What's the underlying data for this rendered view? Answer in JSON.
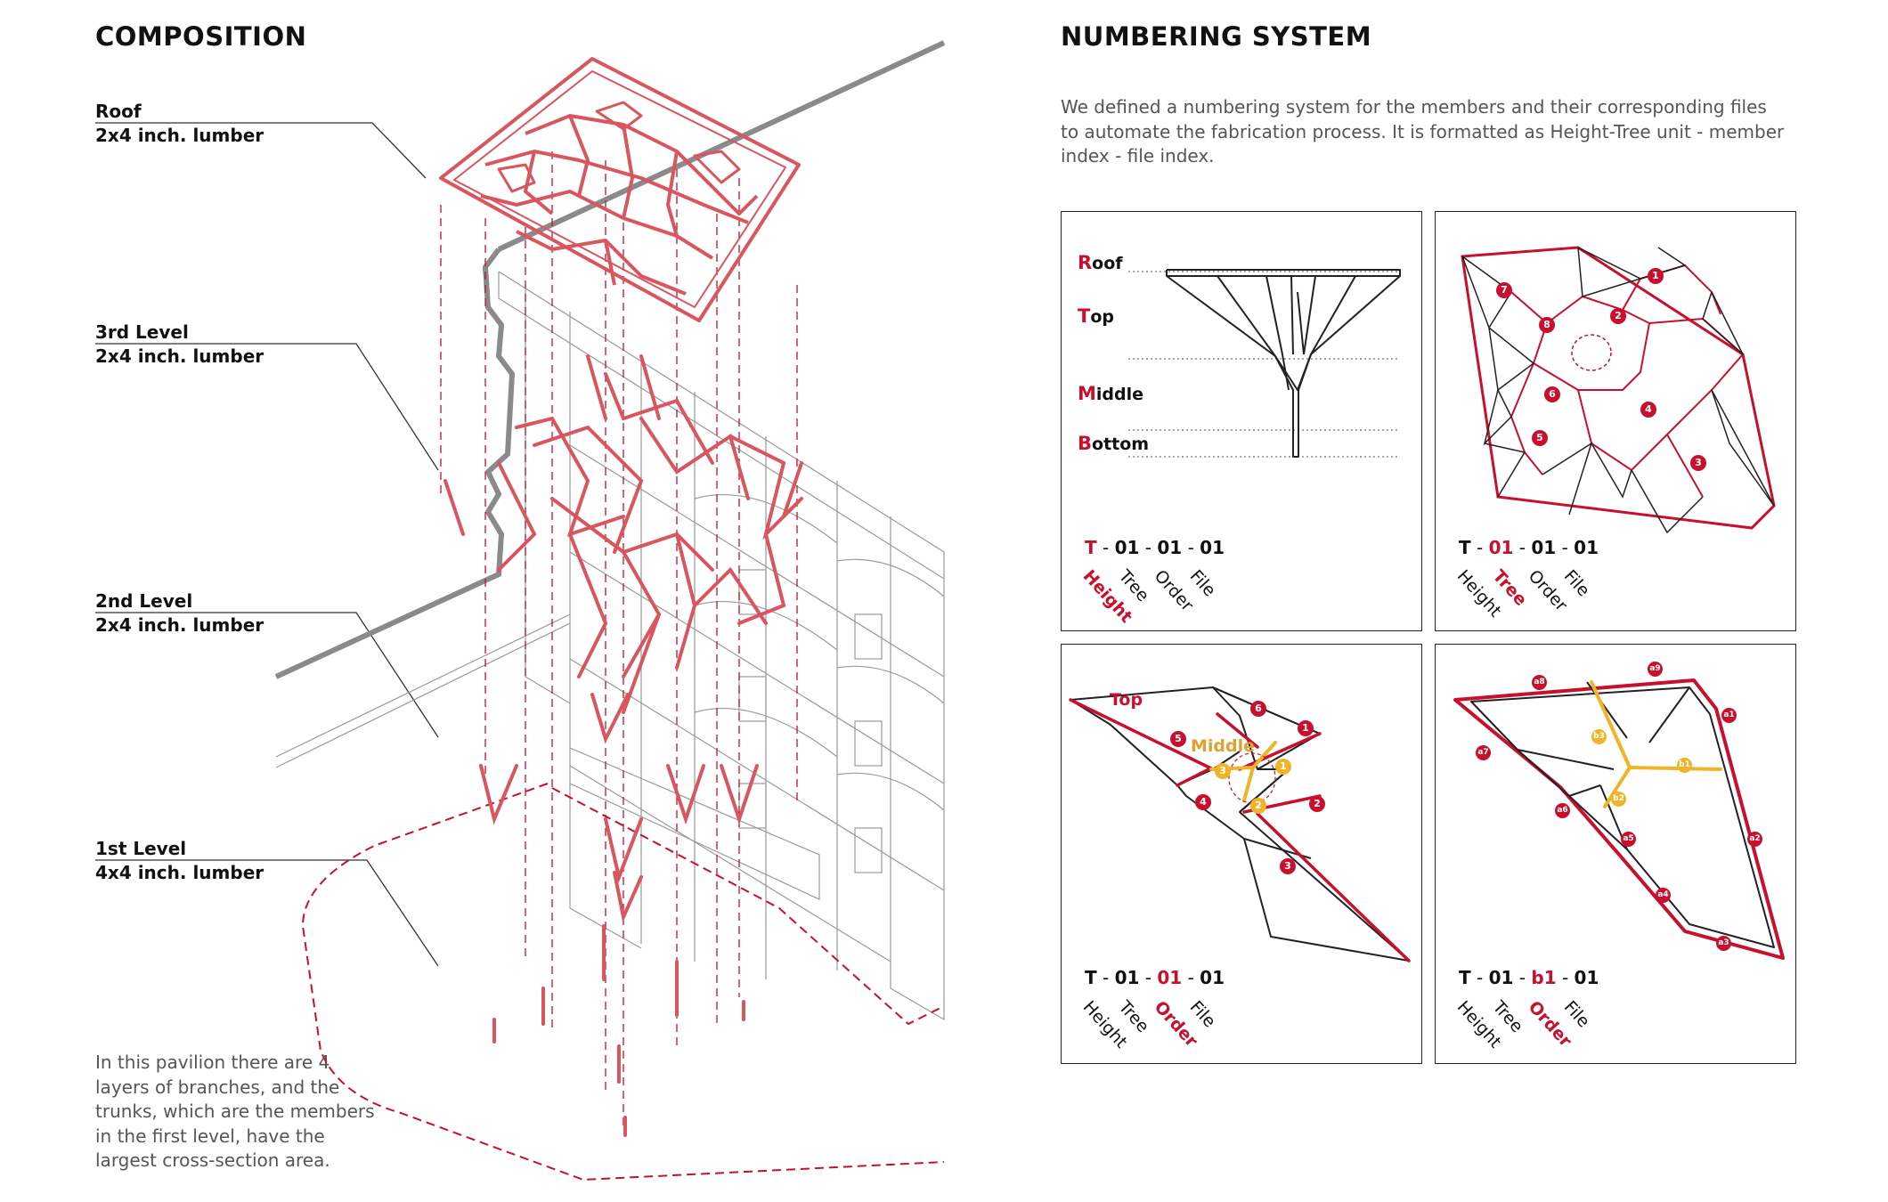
{
  "left": {
    "title": "COMPOSITION",
    "layers": [
      {
        "name": "Roof",
        "material": "2x4 inch. lumber"
      },
      {
        "name": "3rd Level",
        "material": "2x4 inch. lumber"
      },
      {
        "name": "2nd Level",
        "material": "2x4 inch. lumber"
      },
      {
        "name": "1st Level",
        "material": "4x4 inch. lumber"
      }
    ],
    "description": [
      "In this pavilion there are 4",
      "layers of branches, and the",
      "trunks, which are the members",
      "in the first level, have the",
      "largest cross-section area."
    ]
  },
  "right": {
    "title": "NUMBERING SYSTEM",
    "intro": [
      "We defined a numbering system for the members and their corresponding files",
      "to automate the fabrication process. It is formatted as Height-Tree unit - member",
      "index - file index."
    ],
    "code_labels": [
      "Height",
      "Tree",
      "Order",
      "File"
    ],
    "panel1": {
      "levels": [
        {
          "cap": "R",
          "rest": "oof"
        },
        {
          "cap": "T",
          "rest": "op"
        },
        {
          "cap": "M",
          "rest": "iddle"
        },
        {
          "cap": "B",
          "rest": "ottom"
        }
      ],
      "code": [
        "T",
        "01",
        "01",
        "01"
      ]
    },
    "panel2": {
      "code": [
        "T",
        "01",
        "01",
        "01"
      ],
      "markers": [
        "1",
        "2",
        "3",
        "4",
        "5",
        "6",
        "7",
        "8"
      ]
    },
    "panel3": {
      "code": [
        "T",
        "01",
        "01",
        "01"
      ],
      "label_top": "Top",
      "label_middle": "Middle",
      "red_markers": [
        "1",
        "2",
        "3",
        "4",
        "5",
        "6"
      ],
      "yellow_markers": [
        "1",
        "2",
        "3"
      ]
    },
    "panel4": {
      "code": [
        "T",
        "01",
        "b1",
        "01"
      ],
      "red_markers": [
        "a1",
        "a2",
        "a3",
        "a4",
        "a5",
        "a6",
        "a7",
        "a8",
        "a9"
      ],
      "yellow_markers": [
        "b1",
        "b2",
        "b3"
      ]
    }
  },
  "colors": {
    "accent_red": "#c8102e",
    "accent_yellow": "#f0b429",
    "text_dark": "#111111",
    "text_gray": "#555555"
  }
}
